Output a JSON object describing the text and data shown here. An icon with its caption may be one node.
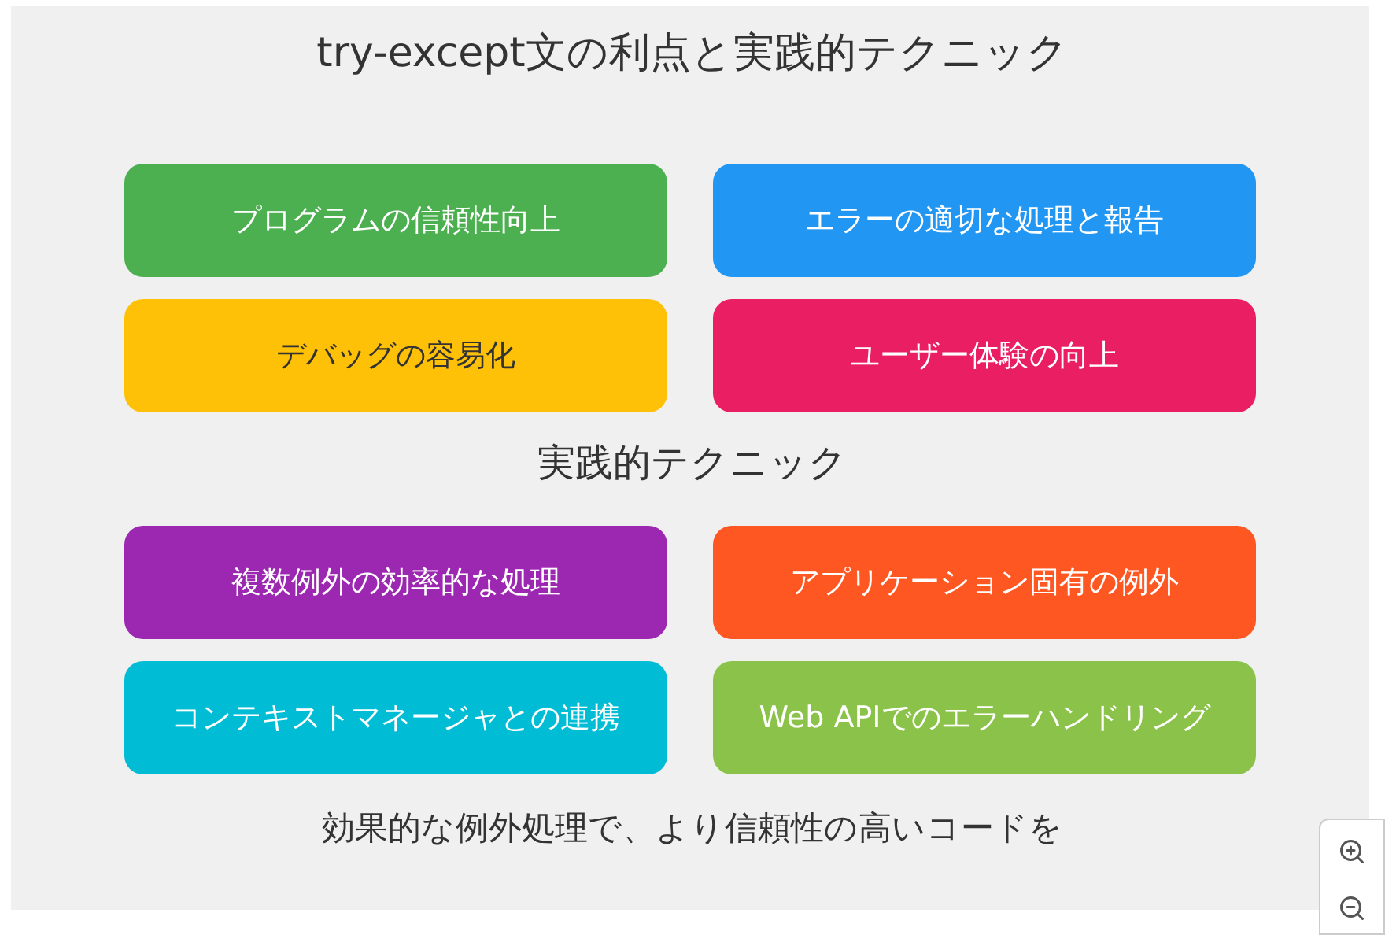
{
  "diagram": {
    "title": "try-except文の利点と実践的テクニック",
    "nodes": [
      {
        "text": [
          "プログラムの信頼性向上"
        ]
      },
      {
        "text": [
          "エラーの適切な処理と報告"
        ]
      },
      {
        "text": [
          "デバッグの容易化"
        ]
      },
      {
        "text": [
          "ユーザー体験の向上"
        ]
      },
      {
        "text": [
          "複数例外の効率的な処理"
        ]
      },
      {
        "text": [
          "アプリケーション固有の例外"
        ]
      },
      {
        "text": [
          "コンテキストマネージャとの連携"
        ]
      },
      {
        "text": [
          "Web APIでのエラーハンドリング"
        ]
      }
    ],
    "labels": [
      "実践的テクニック",
      "効果的な例外処理で、より信頼性の高いコードを"
    ]
  }
}
